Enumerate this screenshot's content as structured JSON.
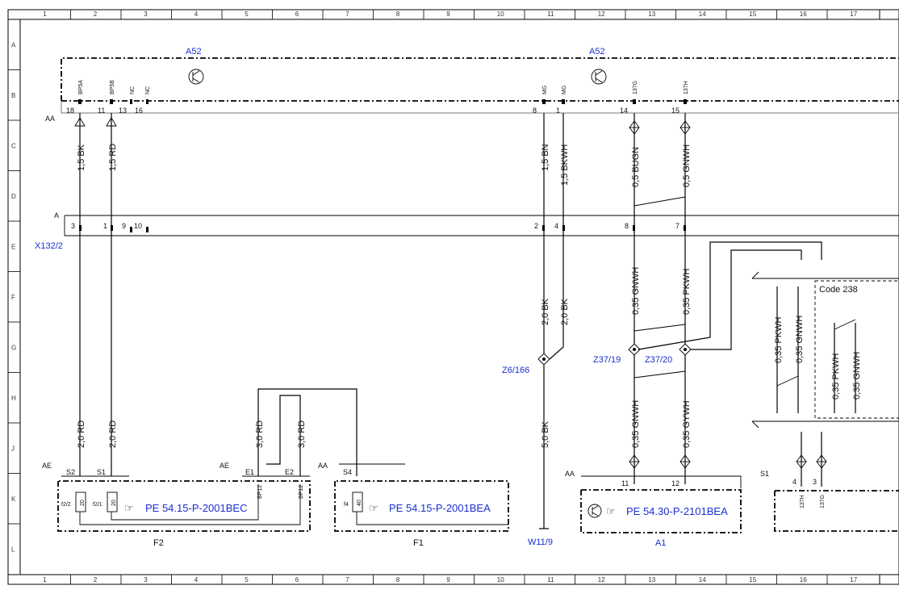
{
  "grid": {
    "columns": [
      "1",
      "2",
      "3",
      "4",
      "5",
      "6",
      "7",
      "8",
      "9",
      "10",
      "11",
      "12",
      "13",
      "14",
      "15",
      "16",
      "17"
    ],
    "rows": [
      "A",
      "B",
      "C",
      "D",
      "E",
      "F",
      "G",
      "H",
      "J",
      "K",
      "L"
    ]
  },
  "components": {
    "a52_left": "A52",
    "a52_right": "A52",
    "x132": "X132/2",
    "z6": "Z6/166",
    "z37_19": "Z37/19",
    "z37_20": "Z37/20",
    "w11": "W11/9",
    "f2": "F2",
    "f1": "F1",
    "a1": "A1",
    "code238": "Code 238"
  },
  "connectors": {
    "aa_top": "AA",
    "a_mid": "A",
    "ae_left": "AE",
    "ae_mid": "AE",
    "aa_f1": "AA",
    "aa_a1": "AA",
    "s1_right": "S1"
  },
  "pin_labels": {
    "bp5a": "BP5A",
    "bp5b": "BP5B",
    "nc1": "NC",
    "nc2": "NC",
    "mg1": "MG",
    "mg2": "MG",
    "p137g": "137G",
    "p137h": "137H",
    "aa_18": "18",
    "aa_11": "11",
    "aa_13": "13",
    "aa_16": "16",
    "aa_8": "8",
    "aa_1": "1",
    "aa_14": "14",
    "aa_15": "15",
    "a_3": "3",
    "a_1": "1",
    "a_9": "9",
    "a_10": "10",
    "a_2": "2",
    "a_4": "4",
    "a_8": "8",
    "a_7": "7",
    "s2": "S2",
    "s1": "S1",
    "e1": "E1",
    "e2": "E2",
    "s4": "S4",
    "bp12a": "BP12",
    "bp12b": "BP12",
    "f2_2": "f2/2",
    "f2_1": "f2/1",
    "fuse20a": "20",
    "fuse20b": "20",
    "f4": "f4",
    "fuse40": "40",
    "a1_11": "11",
    "a1_12": "12",
    "s1_4": "4",
    "s1_3": "3",
    "s1_137h": "137H",
    "s1_137g": "137G"
  },
  "wires": {
    "w1": "1,5 BK",
    "w2": "1,5 RD",
    "w3": "1,5 BN",
    "w4": "1,5 BKWH",
    "w5": "0,5 BUGN",
    "w6": "0,5 GNWH",
    "w7": "0,35 GNWH",
    "w8": "0,35 PKWH",
    "w9": "2,0 BK",
    "w10": "2,0 BK",
    "w11": "0,35 PKWH",
    "w12": "0,35 GNWH",
    "w13": "0,35 PKWH",
    "w14": "0,35 GNWH",
    "w15": "2,0 RD",
    "w16": "2,0 RD",
    "w17": "3,0 RD",
    "w18": "3,0 RD",
    "w19": "0,35 GNWH",
    "w20": "0,35 GYWH",
    "w21": "5,0 BK"
  },
  "references": {
    "f2": "PE 54.15-P-2001BEC",
    "f1": "PE 54.15-P-2001BEA",
    "a1": "PE 54.30-P-2101BEA"
  },
  "colors": {
    "label_blue": "#1a2fd1",
    "line": "#000000"
  }
}
